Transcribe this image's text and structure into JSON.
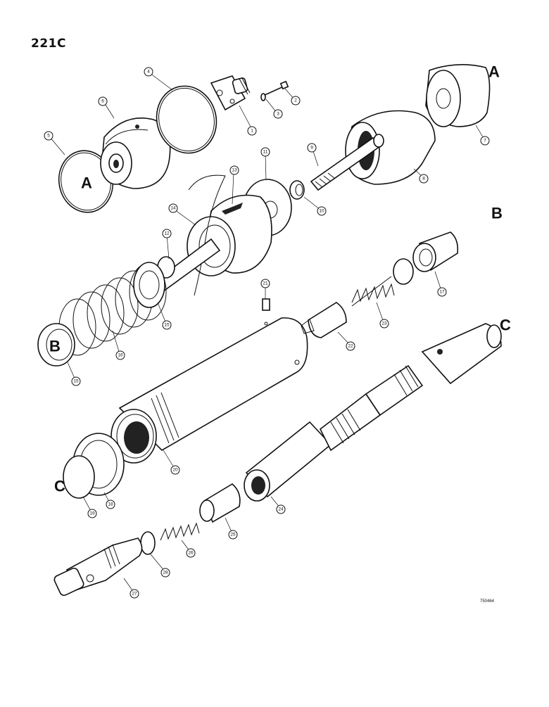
{
  "header": {
    "page_number": "221C"
  },
  "footer": {
    "drawing_id": "750464"
  },
  "reference_letters": [
    "A",
    "A",
    "B",
    "B",
    "C",
    "C"
  ],
  "callouts": [
    "1",
    "2",
    "3",
    "4",
    "5",
    "6",
    "7",
    "8",
    "9",
    "10",
    "11",
    "12",
    "13",
    "14",
    "15",
    "15",
    "16",
    "17",
    "18",
    "19",
    "20",
    "21",
    "22",
    "23",
    "24",
    "25",
    "26",
    "27",
    "28"
  ]
}
